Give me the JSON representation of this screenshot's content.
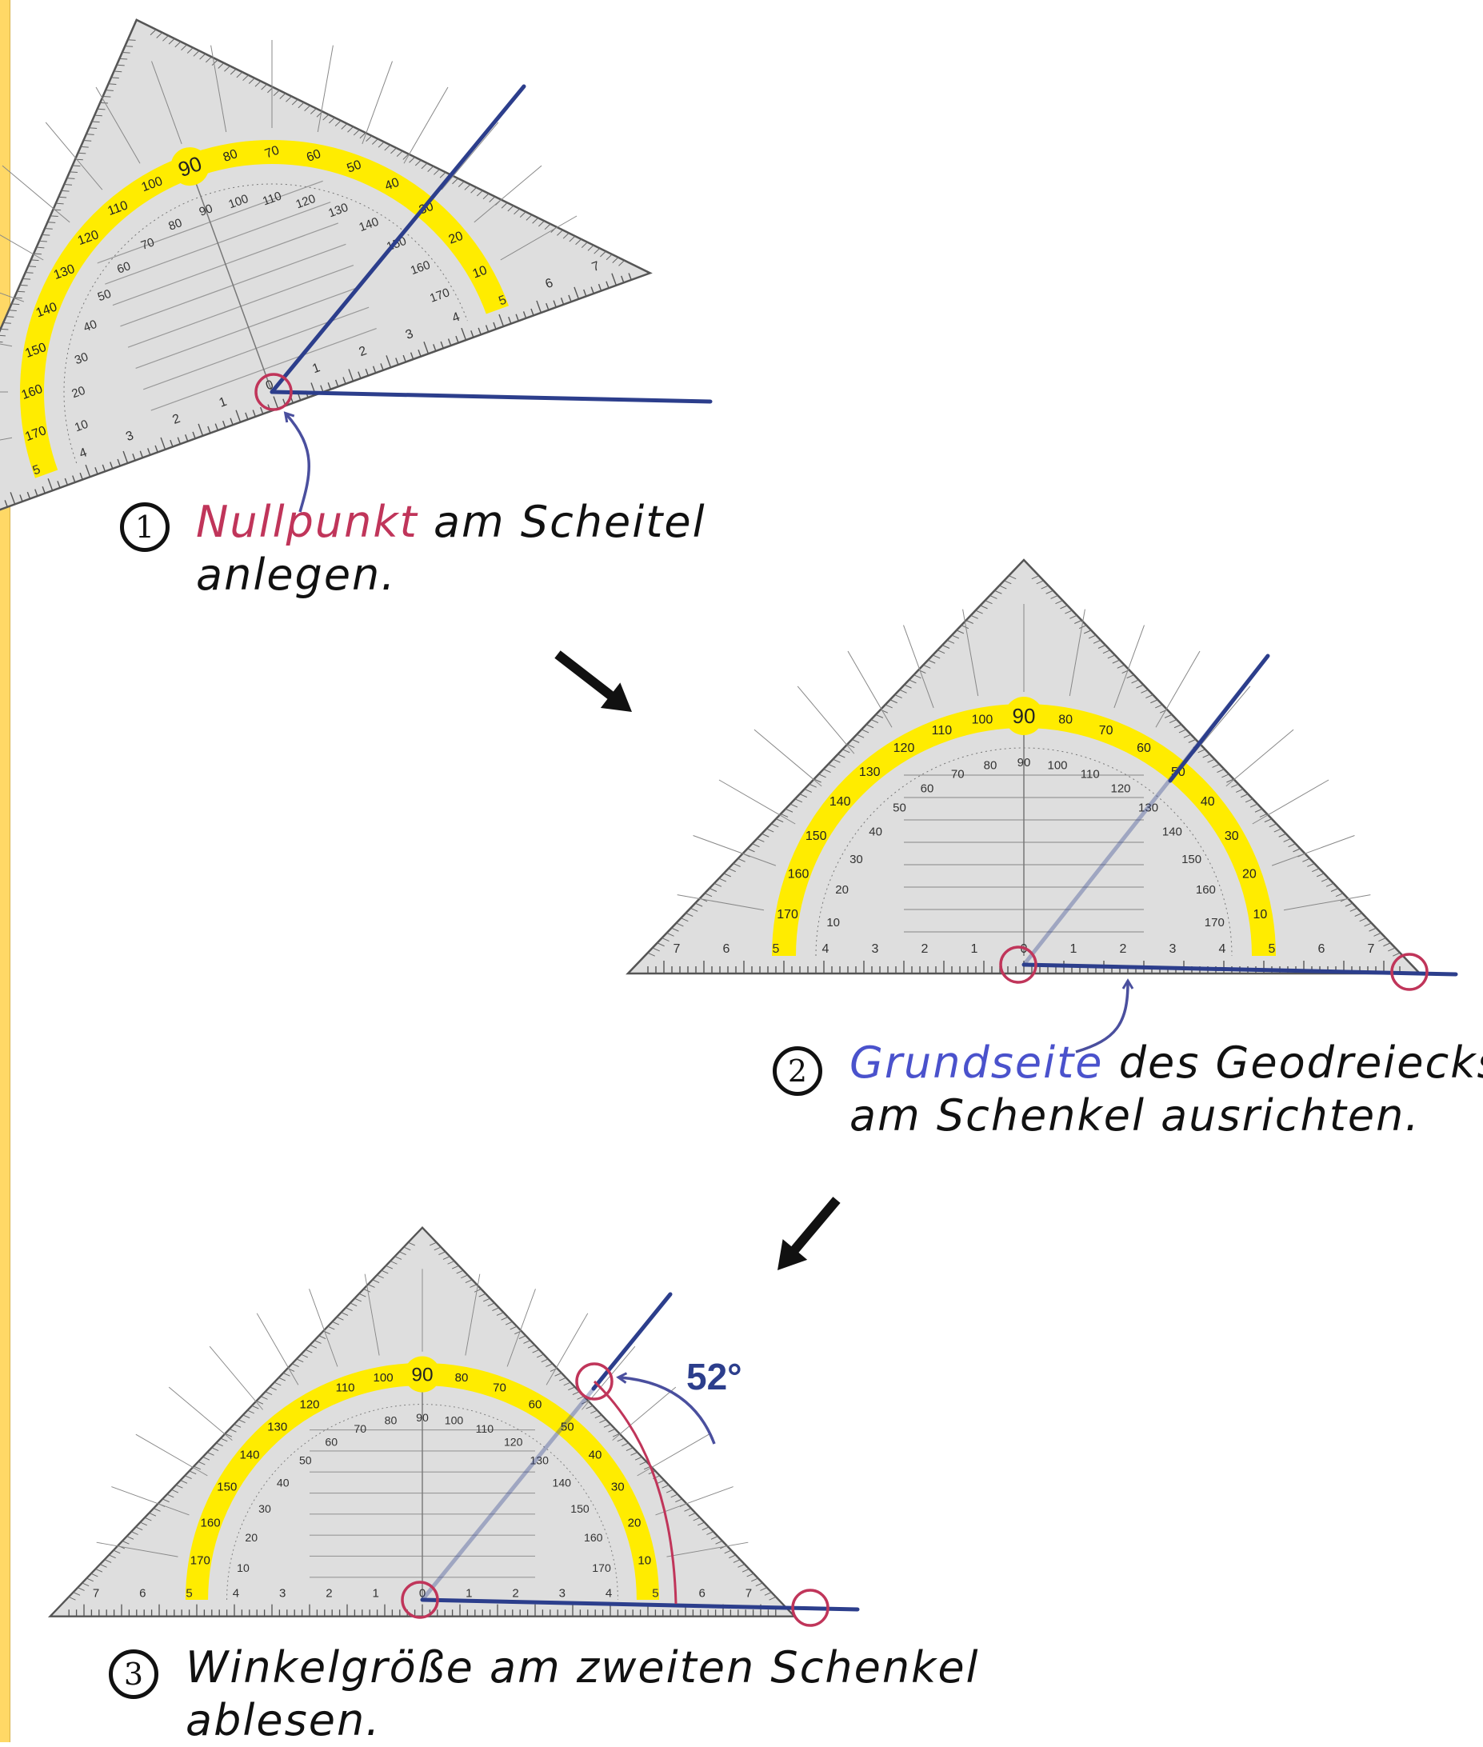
{
  "steps": [
    {
      "number": "1",
      "highlight": "Nullpunkt",
      "line1_rest": " am Scheitel",
      "line2": "anlegen."
    },
    {
      "number": "2",
      "highlight": "Grundseite",
      "line1_rest": " des Geodreiecks",
      "line2": "am Schenkel ausrichten."
    },
    {
      "number": "3",
      "line1": "Winkelgröße am zweiten Schenkel",
      "line2": "ablesen."
    }
  ],
  "angle_label": "52°",
  "protractor": {
    "outer_ticks": [
      "10",
      "20",
      "30",
      "40",
      "50",
      "60",
      "70",
      "80",
      "90",
      "100",
      "110",
      "120",
      "130",
      "140",
      "150",
      "160",
      "170"
    ],
    "inner_ticks": [
      "170",
      "160",
      "150",
      "140",
      "130",
      "120",
      "110",
      "100",
      "90",
      "80",
      "70",
      "60",
      "50",
      "40",
      "30",
      "20",
      "10"
    ],
    "center_label": "90",
    "edge_scale": [
      "7",
      "6",
      "5",
      "4",
      "3",
      "2",
      "1",
      "0",
      "1",
      "2",
      "3",
      "4",
      "5",
      "6",
      "7"
    ]
  },
  "colors": {
    "marker_red": "#c0355a",
    "ray_blue": "#2c3e8c",
    "arrow_blue": "#4a4f9e",
    "protractor_yellow": "#ffec00",
    "triangle_fill": "#dedede"
  }
}
